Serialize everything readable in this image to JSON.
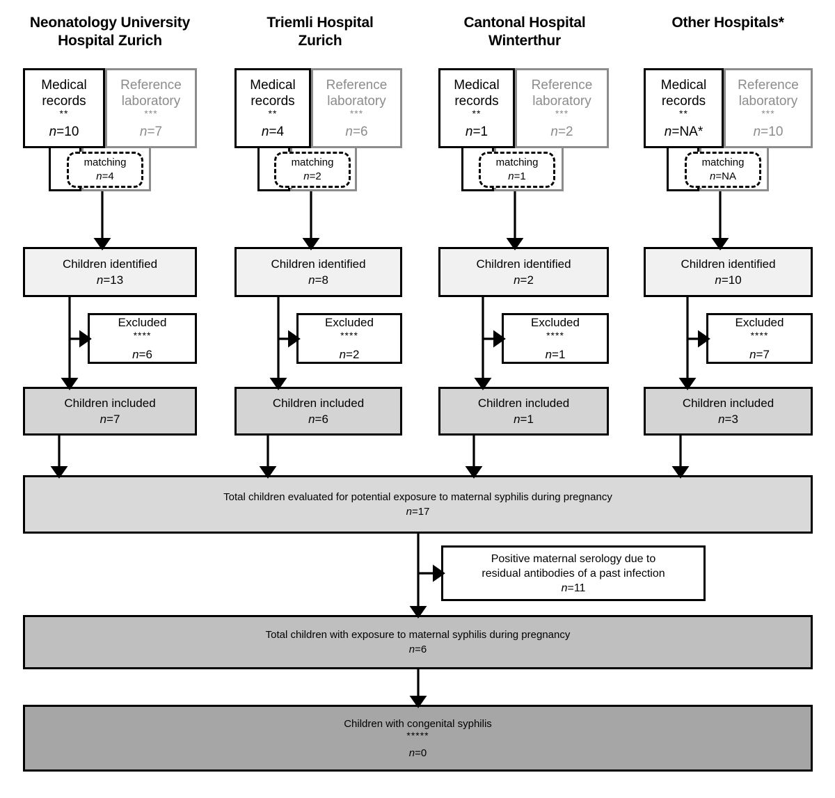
{
  "diagram": {
    "title_visible": false,
    "labels": {
      "medical_records": "Medical",
      "medical_records_2": "records",
      "medical_stars": "**",
      "reference_lab": "Reference",
      "reference_lab_2": "laboratory",
      "reference_stars": "***",
      "matching": "matching",
      "children_identified": "Children identified",
      "children_included": "Children included",
      "excluded": "Excluded",
      "excluded_stars": "****",
      "congenital_stars": "*****"
    },
    "columns": [
      {
        "title_line1": "Neonatology University",
        "title_line2": "Hospital Zurich",
        "medical_records_n": "n=10",
        "reference_lab_n": "n=7",
        "matching_n": "n=4",
        "children_identified_n": "n=13",
        "excluded_n": "n=6",
        "children_included_n": "n=7"
      },
      {
        "title_line1": "Triemli Hospital",
        "title_line2": "Zurich",
        "medical_records_n": "n=4",
        "reference_lab_n": "n=6",
        "matching_n": "n=2",
        "children_identified_n": "n=8",
        "excluded_n": "n=2",
        "children_included_n": "n=6"
      },
      {
        "title_line1": "Cantonal Hospital",
        "title_line2": "Winterthur",
        "medical_records_n": "n=1",
        "reference_lab_n": "n=2",
        "matching_n": "n=1",
        "children_identified_n": "n=2",
        "excluded_n": "n=1",
        "children_included_n": "n=1"
      },
      {
        "title_line1": "Other Hospitals*",
        "title_line2": "",
        "medical_records_n": "n=NA*",
        "reference_lab_n": "n=10",
        "matching_n": "n=NA",
        "children_identified_n": "n=10",
        "excluded_n": "n=7",
        "children_included_n": "n=3"
      }
    ],
    "summary": {
      "total_evaluated_text": "Total children evaluated for potential exposure to maternal syphilis during pregnancy",
      "total_evaluated_n": "n=17",
      "serology_line1": "Positive maternal serology due to",
      "serology_line2": "residual antibodies of a past infection",
      "serology_n": "n=11",
      "total_exposed_text": "Total children with exposure to maternal syphilis during pregnancy",
      "total_exposed_n": "n=6",
      "congenital_text": "Children with congenital syphilis",
      "congenital_n": "n=0"
    },
    "colors": {
      "black": "#000000",
      "reference_grey": "#8c8c8c",
      "identified_fill": "#f1f1f1",
      "included_fill": "#d4d4d4",
      "total_evaluated_fill": "#d9d9d9",
      "total_exposed_fill": "#bfbfbf",
      "congenital_fill": "#a6a6a6"
    }
  },
  "chart_data": {
    "type": "diagram",
    "title": "Patient flow diagram: children evaluated for maternal syphilis exposure",
    "sites": [
      "Neonatology University Hospital Zurich",
      "Triemli Hospital Zurich",
      "Cantonal Hospital Winterthur",
      "Other Hospitals*"
    ],
    "series": [
      {
        "name": "Medical records n",
        "values": [
          "10",
          "4",
          "1",
          "NA*"
        ]
      },
      {
        "name": "Reference laboratory n",
        "values": [
          "7",
          "6",
          "2",
          "10"
        ]
      },
      {
        "name": "Matching n",
        "values": [
          "4",
          "2",
          "1",
          "NA"
        ]
      },
      {
        "name": "Children identified n",
        "values": [
          "13",
          "8",
          "2",
          "10"
        ]
      },
      {
        "name": "Excluded n",
        "values": [
          "6",
          "2",
          "1",
          "7"
        ]
      },
      {
        "name": "Children included n",
        "values": [
          "7",
          "6",
          "1",
          "3"
        ]
      }
    ],
    "totals": {
      "total_evaluated": 17,
      "residual_antibodies_past_infection": 11,
      "total_exposed": 6,
      "congenital_syphilis": 0
    }
  }
}
